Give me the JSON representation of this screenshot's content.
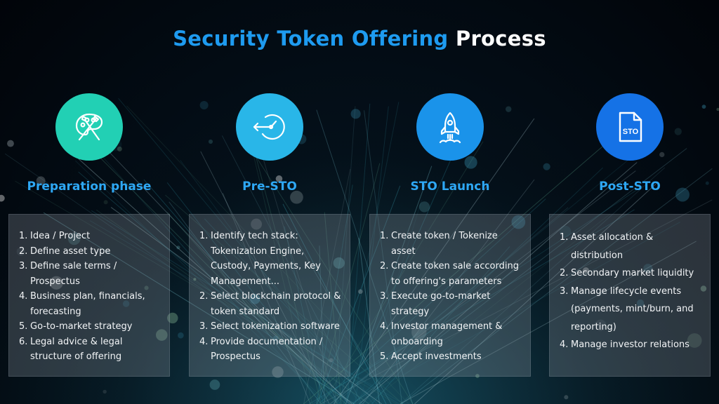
{
  "title": {
    "accent": "Security Token Offering",
    "plain": "Process"
  },
  "colors": {
    "title_accent": "#1e9bf0",
    "phase_title": "#2ea8f5",
    "icon_teal": "#22d0b4",
    "icon_cyan": "#29b6e8",
    "icon_blue": "#1a93ea",
    "icon_deep_blue": "#1572e6"
  },
  "phases": [
    {
      "icon": "palette-brushes-icon",
      "title": "Preparation phase",
      "items": [
        "Idea / Project",
        "Define asset type",
        "Define sale terms / Prospectus",
        "Business plan, financials, forecasting",
        "Go-to-market strategy",
        "Legal advice & legal structure of offering"
      ]
    },
    {
      "icon": "dial-arrow-icon",
      "title": "Pre-STO",
      "items": [
        "Identify tech stack: Tokenization Engine, Custody, Payments, Key Management...",
        "Select blockchain protocol & token standard",
        "Select tokenization software",
        "Provide documentation / Prospectus"
      ]
    },
    {
      "icon": "rocket-icon",
      "title": "STO Launch",
      "items": [
        "Create token / Tokenize asset",
        "Create token sale according to offering's parameters",
        "Execute go-to-market strategy",
        "Investor management & onboarding",
        "Accept investments"
      ]
    },
    {
      "icon": "sto-document-icon",
      "icon_text": "STO",
      "title": "Post-STO",
      "items": [
        "Asset allocation & distribution",
        "Secondary market liquidity",
        "Manage lifecycle events (payments, mint/burn, and reporting)",
        "Manage investor relations"
      ]
    }
  ]
}
